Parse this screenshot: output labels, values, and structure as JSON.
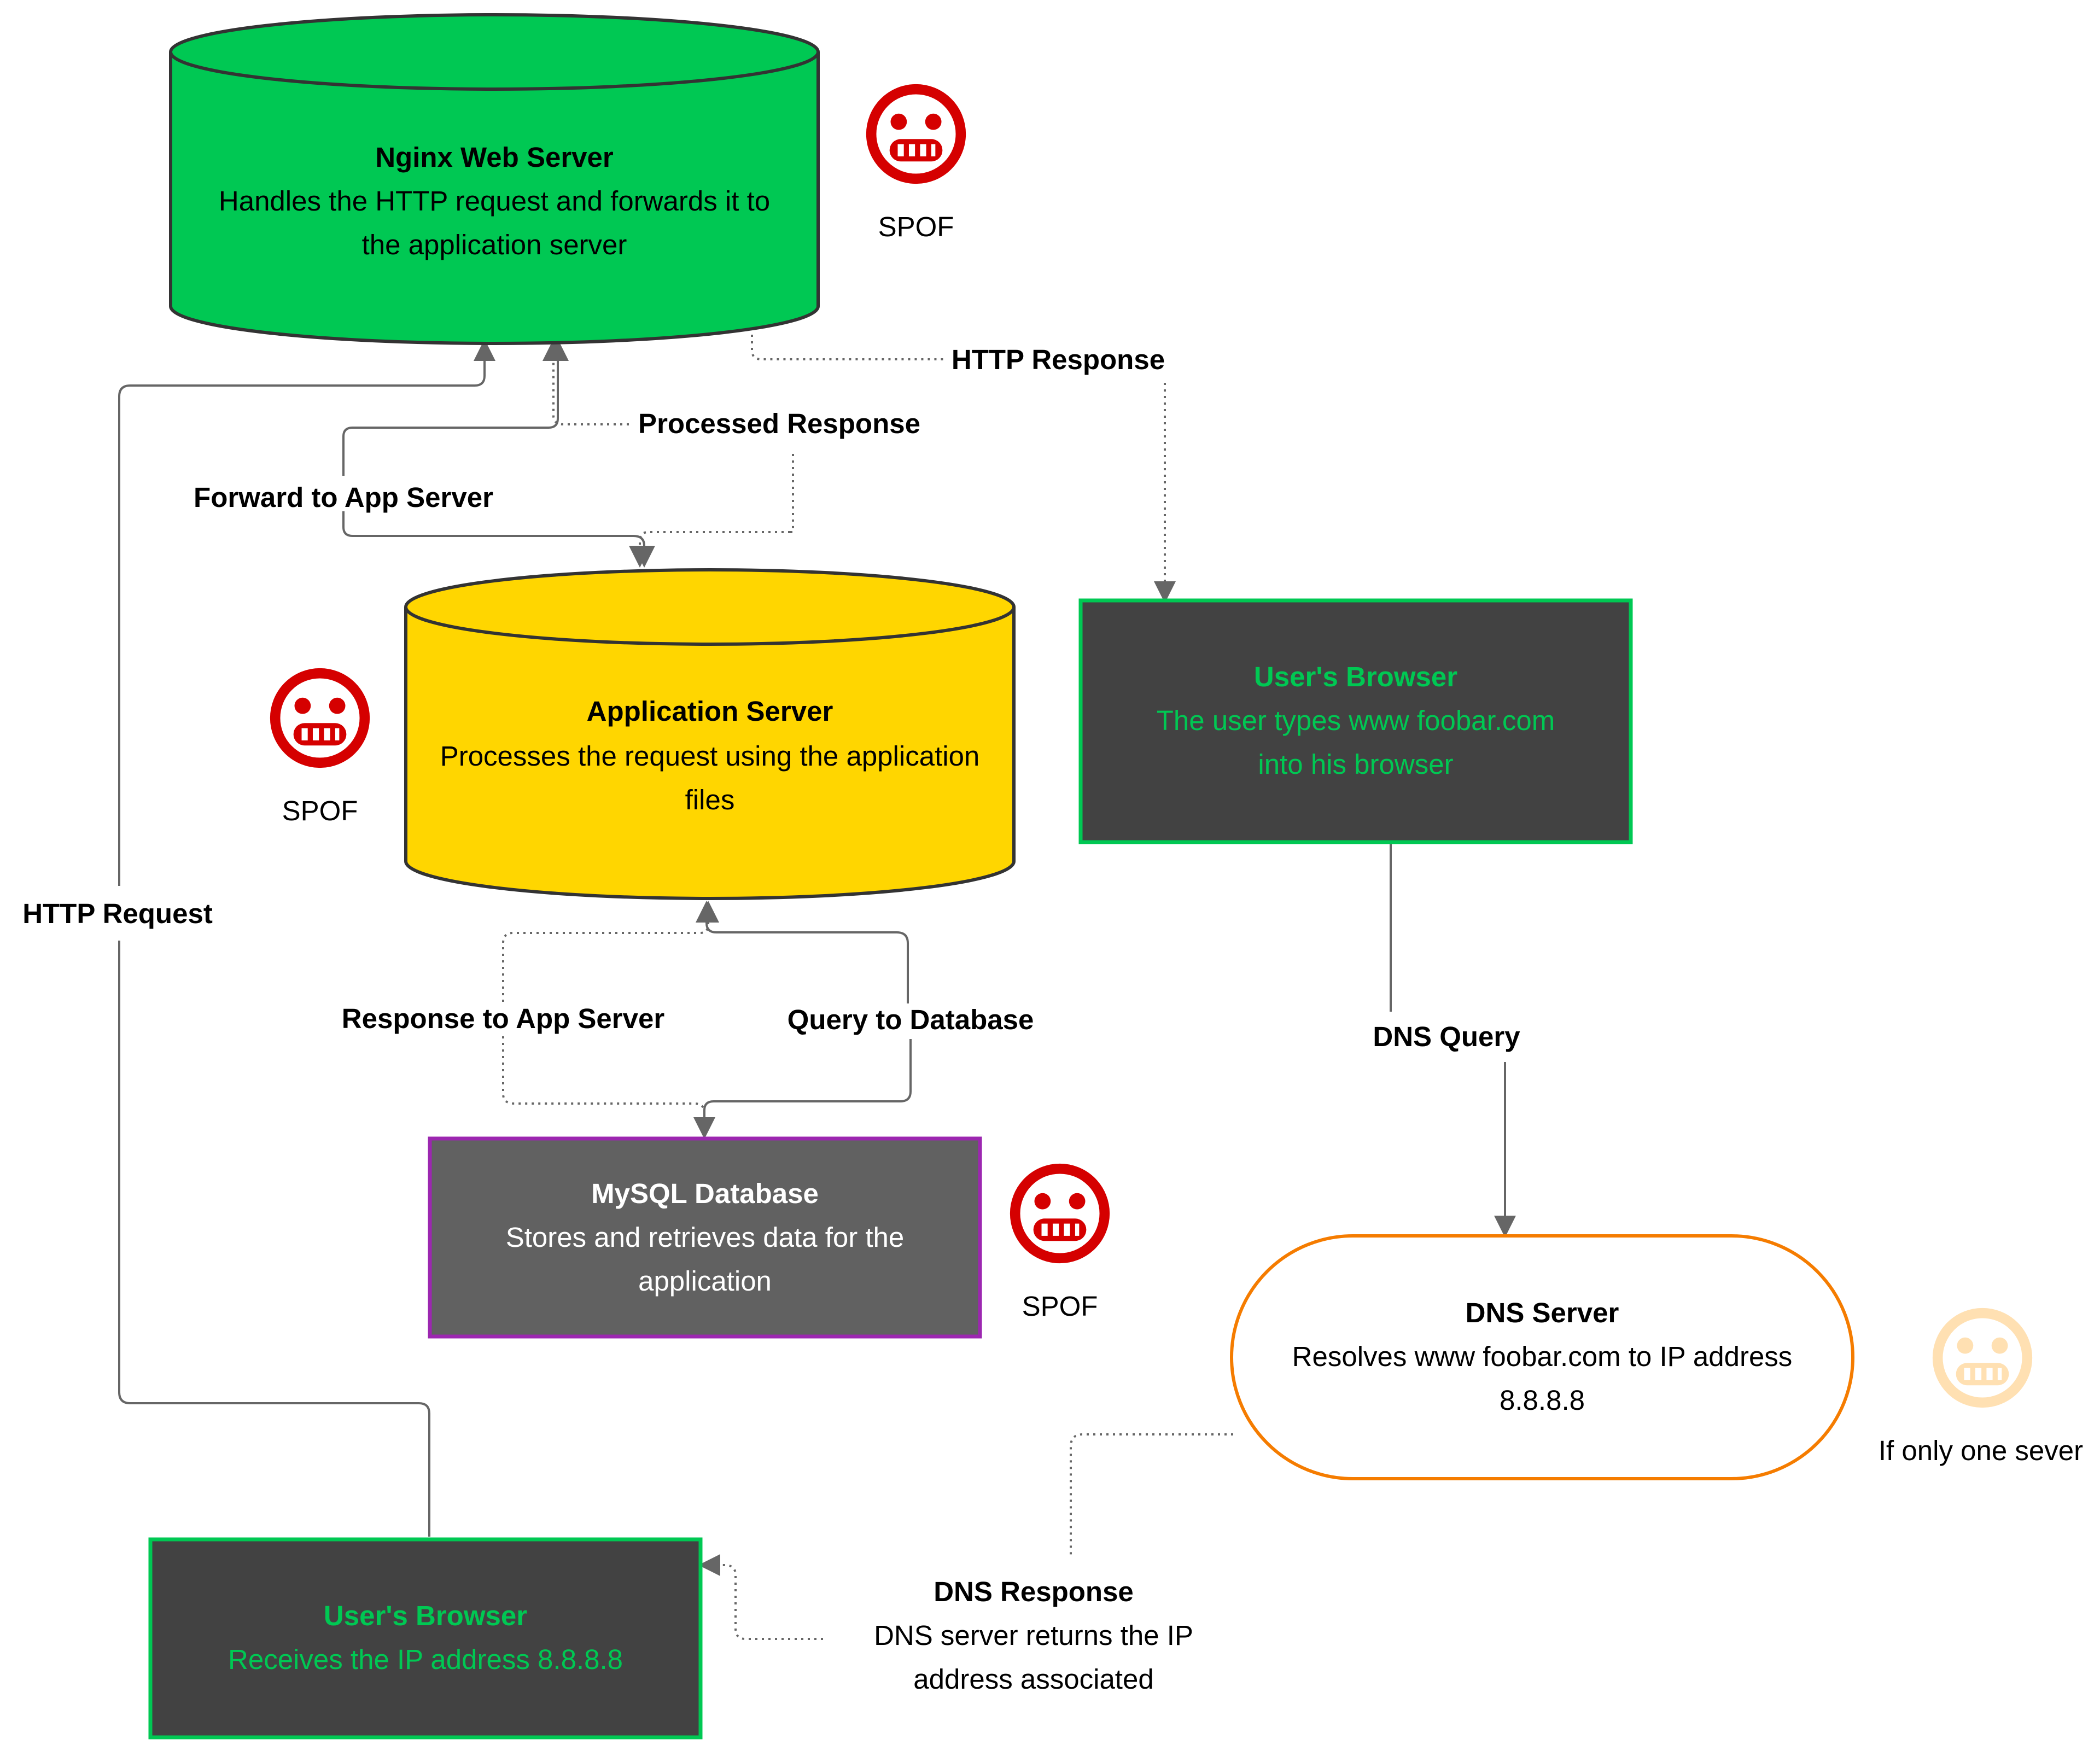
{
  "nodes": {
    "nginx": {
      "title": "Nginx Web Server",
      "line1": "Handles the HTTP request and forwards it to",
      "line2": "the application server",
      "fill": "#00C853"
    },
    "app_server": {
      "title": "Application Server",
      "line1": "Processes the request using the application",
      "line2": "files",
      "fill": "#FFD600"
    },
    "mysql": {
      "title": "MySQL Database",
      "line1": "Stores and retrieves data for the",
      "line2": "application",
      "fill": "#616161",
      "border": "#9C27B0"
    },
    "browser_top": {
      "title": "User's Browser",
      "line1": "The user types www foobar.com",
      "line2": "into his browser",
      "fill": "#424242",
      "text_color": "#00C853"
    },
    "dns_server": {
      "title": "DNS Server",
      "line1": "Resolves www foobar.com to IP address",
      "line2": "8.8.8.8",
      "border": "#F57C00"
    },
    "browser_bottom": {
      "title": "User's Browser",
      "line1": "Receives the IP address 8.8.8.8",
      "fill": "#424242",
      "text_color": "#00C853"
    }
  },
  "edges": {
    "http_response": "HTTP Response",
    "processed_response": "Processed Response",
    "forward_to_app": "Forward to App Server",
    "http_request": "HTTP Request",
    "response_to_app": "Response to App Server",
    "query_to_db": "Query to Database",
    "dns_query": "DNS Query",
    "dns_response_title": "DNS Response",
    "dns_response_line1": "DNS server returns the IP",
    "dns_response_line2": "address associated"
  },
  "markers": {
    "spof_label": "SPOF",
    "dns_note": "If only one sever",
    "spof_color": "#D50000",
    "dns_note_color": "#FFE0B2",
    "icon": "grimace-face-icon"
  }
}
